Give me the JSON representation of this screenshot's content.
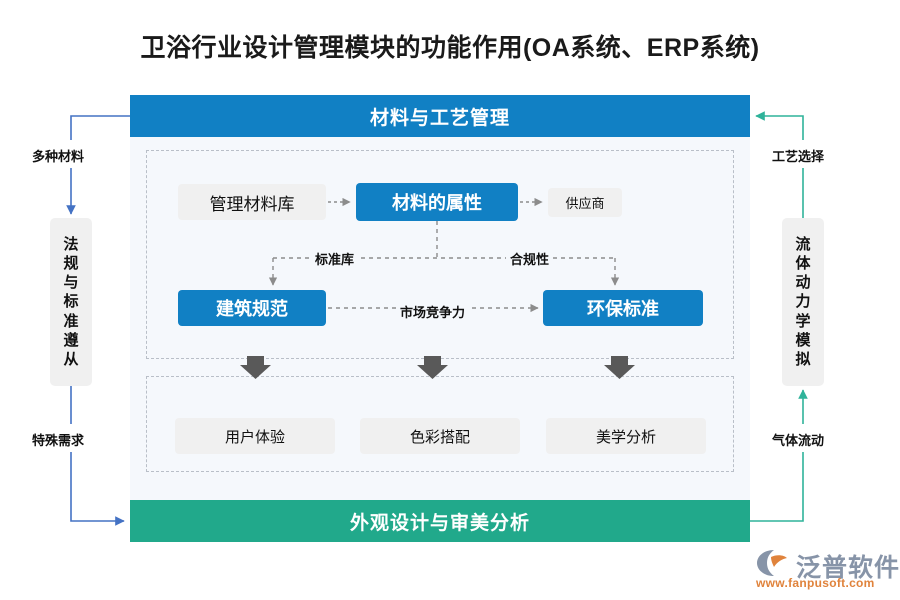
{
  "title": "卫浴行业设计管理模块的功能作用(OA系统、ERP系统)",
  "colors": {
    "blue": "#1180c4",
    "green": "#21a98b",
    "panel": "#f5f8fc",
    "node_grey": "#f0f0f0",
    "arrow_grey": "#595959",
    "line_blue": "#4472c4",
    "line_teal": "#2fb39a",
    "dash_grey": "#b9bfc8"
  },
  "bars": {
    "top": "材料与工艺管理",
    "bottom": "外观设计与审美分析"
  },
  "nodes": {
    "material_library": "管理材料库",
    "material_attributes": "材料的属性",
    "supplier": "供应商",
    "building_code": "建筑规范",
    "eco_standard": "环保标准",
    "user_experience": "用户体验",
    "color_matching": "色彩搭配",
    "aesthetic_analysis": "美学分析"
  },
  "side_boxes": {
    "left": "法规与标准遵从",
    "right": "流体动力学模拟"
  },
  "edge_labels": {
    "multi_material": "多种材料",
    "special_demand": "特殊需求",
    "craft_selection": "工艺选择",
    "gas_flow": "气体流动",
    "standard_library": "标准库",
    "compliance": "合规性",
    "market_competitiveness": "市场竞争力"
  },
  "logo": {
    "name": "泛普软件",
    "url": "www.fanpusoft.com"
  }
}
